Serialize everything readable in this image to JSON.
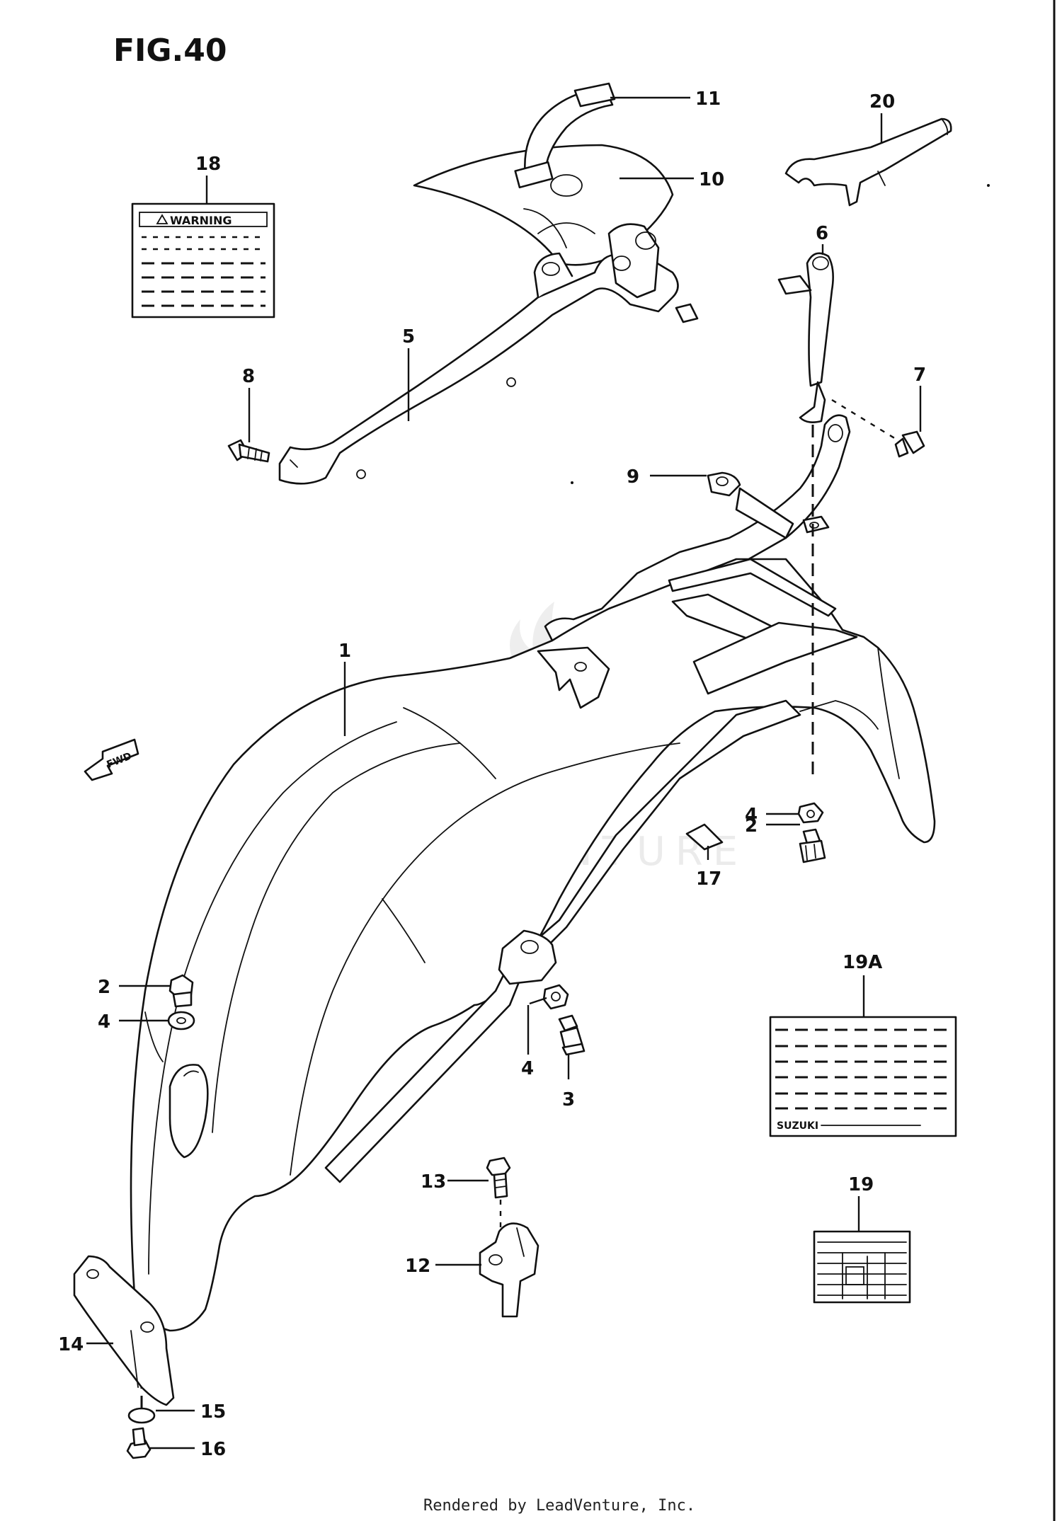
{
  "figure_title": "FIG.40",
  "footer_text": "Rendered by LeadVenture, Inc.",
  "watermark_text": "LEADVENTURE",
  "warning_label_text": "WARNING",
  "plate_brand_text": "SUZUKI",
  "fwd_text": "FWD",
  "part_labels": [
    "1",
    "2",
    "2",
    "3",
    "4",
    "4",
    "4",
    "5",
    "6",
    "7",
    "8",
    "9",
    "10",
    "11",
    "12",
    "13",
    "14",
    "15",
    "16",
    "17",
    "18",
    "19",
    "19A",
    "20"
  ]
}
